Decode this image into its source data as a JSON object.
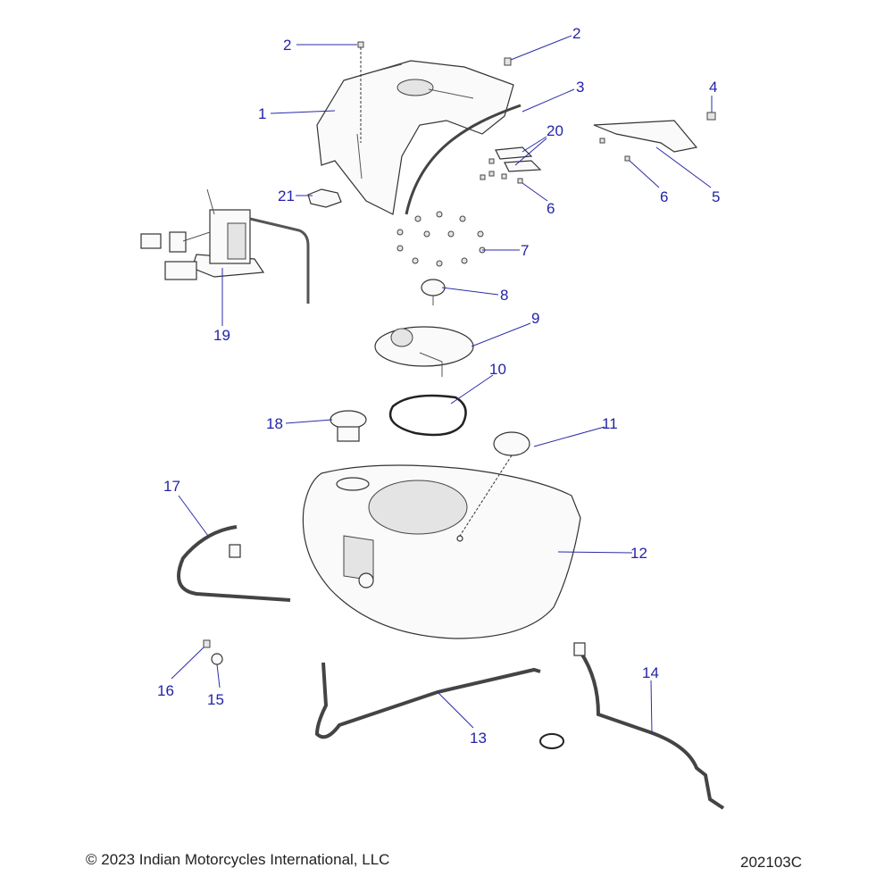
{
  "diagram": {
    "callouts": [
      "2",
      "2",
      "3",
      "4",
      "1",
      "20",
      "21",
      "6",
      "6",
      "5",
      "7",
      "8",
      "9",
      "10",
      "19",
      "18",
      "11",
      "17",
      "12",
      "16",
      "15",
      "13",
      "14"
    ],
    "label_color": "#2323a8"
  },
  "footer": {
    "copyright": "© 2023 Indian Motorcycles International, LLC",
    "drawing_number": "202103C"
  }
}
